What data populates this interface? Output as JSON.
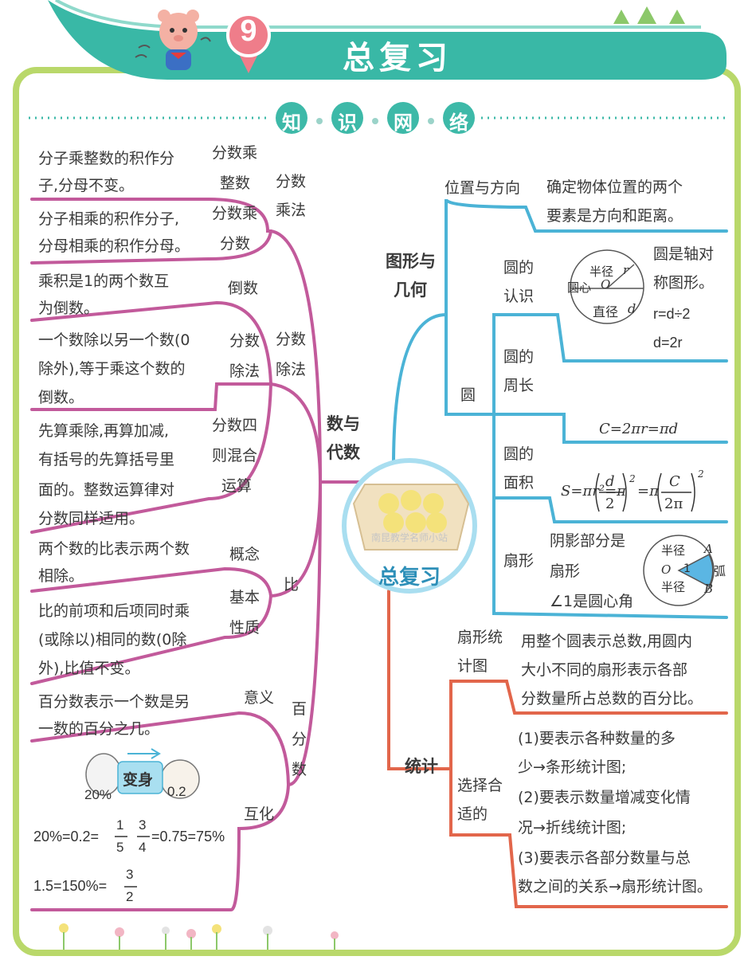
{
  "header": {
    "chapter_number": "9",
    "title": "总复习"
  },
  "section": {
    "chars": [
      "知",
      "识",
      "网",
      "络"
    ]
  },
  "center": {
    "label": "总复习",
    "watermark": "南昆教学名师小站"
  },
  "left": {
    "branch_label_1": "数与",
    "branch_label_2": "代数",
    "fraction_mult": {
      "label_1": "分数",
      "label_2": "乘法",
      "int_label_1": "分数乘",
      "int_label_2": "整数",
      "int_rule": [
        "分子乘整数的积作分",
        "子,分母不变。"
      ],
      "frac_label_1": "分数乘",
      "frac_label_2": "分数",
      "frac_rule": [
        "分子相乘的积作分子,",
        "分母相乘的积作分母。"
      ]
    },
    "fraction_div": {
      "label_1": "分数",
      "label_2": "除法",
      "reciprocal_label": "倒数",
      "reciprocal_rule": [
        "乘积是1的两个数互",
        "为倒数。"
      ],
      "div_label_1": "分数",
      "div_label_2": "除法",
      "div_rule": [
        "一个数除以另一个数(0",
        "除外),等于乘这个数的",
        "倒数。"
      ],
      "mixed_label_1": "分数四",
      "mixed_label_2": "则混合",
      "mixed_label_3": "运算",
      "mixed_rule": [
        "先算乘除,再算加减,",
        "有括号的先算括号里",
        "面的。整数运算律对",
        "分数同样适用。"
      ]
    },
    "ratio": {
      "label": "比",
      "concept_label": "概念",
      "concept_rule": [
        "两个数的比表示两个数",
        "相除。"
      ],
      "property_label_1": "基本",
      "property_label_2": "性质",
      "property_rule": [
        "比的前项和后项同时乘",
        "(或除以)相同的数(0除",
        "外),比值不变。"
      ]
    },
    "percent": {
      "label": [
        "百",
        "分",
        "数"
      ],
      "meaning_label": "意义",
      "meaning_rule": [
        "百分数表示一个数是另",
        "一数的百分之几。"
      ],
      "convert_label": "互化",
      "transform_word": "变身",
      "left_value": "20%",
      "right_value": "0.2",
      "eq1_text": "20%=0.2=",
      "eq1_frac_num": "1",
      "eq1_frac_den": "5",
      "eq1_frac2_num": "3",
      "eq1_frac2_den": "4",
      "eq1_tail": "=0.75=75%",
      "eq2_text": "1.5=150%=",
      "eq2_frac_num": "3",
      "eq2_frac_den": "2"
    }
  },
  "right": {
    "geometry": {
      "label_1": "图形与",
      "label_2": "几何",
      "position_label": "位置与方向",
      "position_rule": [
        "确定物体位置的两个",
        "要素是方向和距离。"
      ],
      "circle_label": "圆",
      "know_label_1": "圆的",
      "know_label_2": "认识",
      "radius_text": "半径",
      "radius_var": "r",
      "center_text": "圆心",
      "center_var": "O",
      "diameter_text": "直径",
      "diameter_var": "d",
      "symmetry_1": "圆是轴对",
      "symmetry_2": "称图形。",
      "formula_r": "r=d÷2",
      "formula_d": "d=2r",
      "circ_label_1": "圆的",
      "circ_label_2": "周长",
      "circ_formula": "C=2πr=πd",
      "area_label_1": "圆的",
      "area_label_2": "面积",
      "sector_label": "扇形",
      "sector_desc_1": "阴影部分是",
      "sector_desc_2": "扇形",
      "sector_desc_3": "∠1是圆心角",
      "sector_radius": "半径",
      "sector_arc": "弧",
      "sector_a": "A",
      "sector_b": "B",
      "sector_o": "O",
      "sector_angle": "1"
    },
    "statistics": {
      "label": "统计",
      "pie_label_1": "扇形统",
      "pie_label_2": "计图",
      "pie_rule": [
        "用整个圆表示总数,用圆内",
        "大小不同的扇形表示各部",
        "分数量所占总数的百分比。"
      ],
      "choose_label_1": "选择合",
      "choose_label_2": "适的",
      "choose_rule": [
        "(1)要表示各种数量的多",
        "少→条形统计图;",
        "(2)要表示数量增减变化情",
        "况→折线统计图;",
        "(3)要表示各部分数量与总",
        "数之间的关系→扇形统计图。"
      ]
    }
  },
  "colors": {
    "frame": "#b9d86a",
    "banner": "#39b8a6",
    "badge": "#ef7d8a",
    "section_pill": "#3db9a8",
    "left_branch": "#c25a9b",
    "geometry_branch": "#4bb3d6",
    "statistics_branch": "#e2664b"
  }
}
